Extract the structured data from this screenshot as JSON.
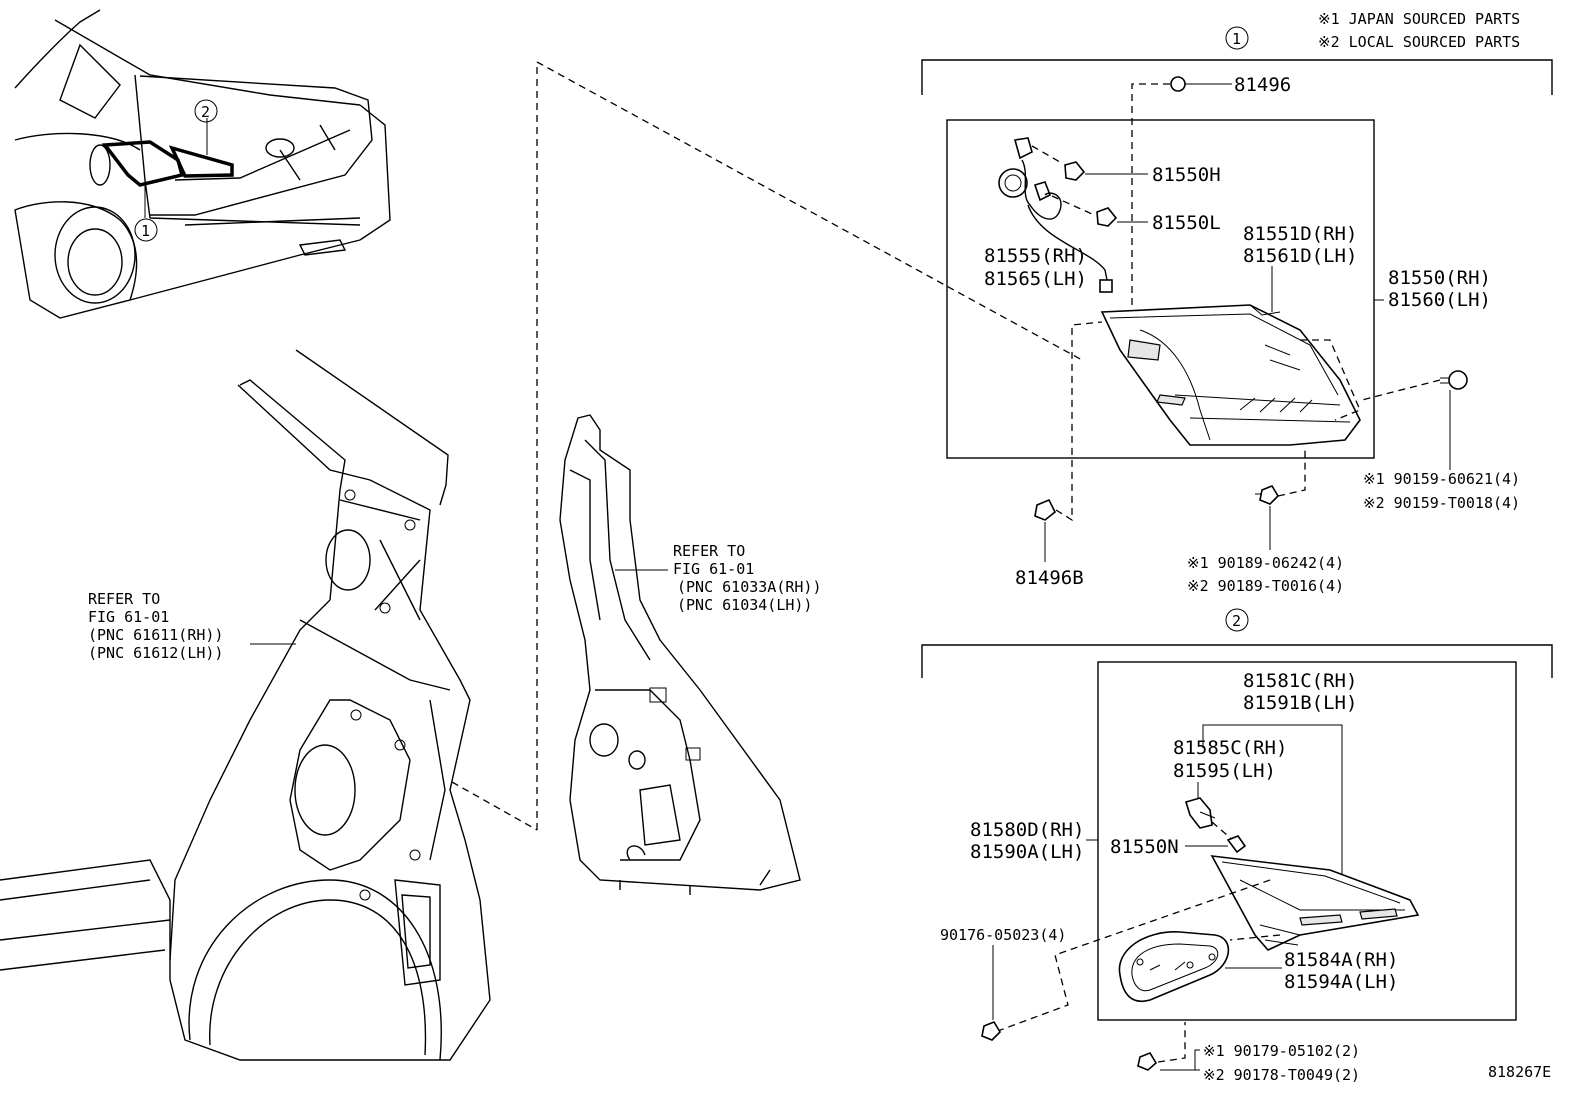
{
  "notes": {
    "note1": "※1 JAPAN SOURCED PARTS",
    "note2": "※2 LOCAL SOURCED PARTS"
  },
  "group_markers": {
    "one": "1",
    "two": "2"
  },
  "car_markers": {
    "one": "1",
    "two": "2"
  },
  "refer_quarter": {
    "line1": "REFER TO",
    "line2": "FIG 61-01",
    "line3": "(PNC 61611(RH))",
    "line4": "(PNC 61612(LH))"
  },
  "refer_inner": {
    "line1": "REFER TO",
    "line2": "FIG 61-01",
    "line3": "(PNC 61033A(RH))",
    "line4": "(PNC 61034(LH))"
  },
  "parts_group1": {
    "p81496": "81496",
    "p81550H": "81550H",
    "p81550L": "81550L",
    "p81555": "81555(RH)",
    "p81565": "81565(LH)",
    "p81551D": "81551D(RH)",
    "p81561D": "81561D(LH)",
    "p81550": "81550(RH)",
    "p81560": "81560(LH)",
    "screw1_j": "※1 90159-60621(4)",
    "screw1_l": "※2 90159-T0018(4)",
    "p81496B": "81496B",
    "nut1_j": "※1 90189-06242(4)",
    "nut1_l": "※2 90189-T0016(4)"
  },
  "parts_group2": {
    "p81581C": "81581C(RH)",
    "p81591B": "81591B(LH)",
    "p81585C": "81585C(RH)",
    "p81595": "81595(LH)",
    "p81580D": "81580D(RH)",
    "p81590A": "81590A(LH)",
    "p81550N": "81550N",
    "p90176": "90176-05023(4)",
    "p81584A": "81584A(RH)",
    "p81594A": "81594A(LH)",
    "nut2_j": "※1 90179-05102(2)",
    "nut2_l": "※2 90178-T0049(2)"
  },
  "figure_id": "818267E"
}
